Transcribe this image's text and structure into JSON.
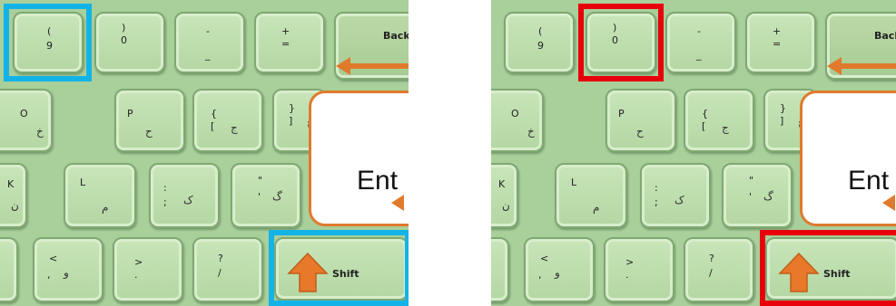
{
  "panels": [
    {
      "highlight_color": "#13b3e8",
      "highlighted_keys": [
        "9",
        "Shift"
      ]
    },
    {
      "highlight_color": "#e8000b",
      "highlighted_keys": [
        "0",
        "Shift"
      ]
    }
  ],
  "keys": {
    "k9": {
      "top": "(",
      "bottom": "9"
    },
    "k0": {
      "top": ")",
      "bottom": "0"
    },
    "kminus": {
      "top": "-",
      "bottom": "_"
    },
    "kplus": {
      "top": "+",
      "bottom": "="
    },
    "back": {
      "label": "Back"
    },
    "ko": {
      "top": "O",
      "arab": "خ"
    },
    "kp": {
      "top": "P",
      "arab": "ح"
    },
    "kbracket": {
      "top": "{",
      "bottom": "[",
      "arab": "ج"
    },
    "kbrace": {
      "top": "}",
      "bottom": "]",
      "arab": "چ"
    },
    "enter": {
      "label": "Ent"
    },
    "kk": {
      "top": "K",
      "arab": "ن"
    },
    "kl": {
      "top": "L",
      "arab": "م"
    },
    "ksemi": {
      "top": ":",
      "bottom": ";",
      "arab": "ک"
    },
    "kquote": {
      "top": "\"",
      "bottom": "'",
      "arab": "گ"
    },
    "kcomma": {
      "top": "<",
      "bottom": ",",
      "arab": "و"
    },
    "kperiod": {
      "top": ">",
      "bottom": "."
    },
    "kslash": {
      "top": "?",
      "bottom": "/"
    },
    "shift": {
      "label": "Shift"
    }
  }
}
